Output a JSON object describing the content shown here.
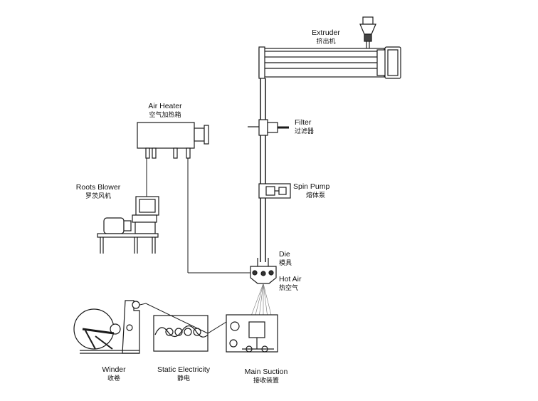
{
  "labels": {
    "extruder": {
      "en": "Extruder",
      "zh": "挤出机"
    },
    "air_heater": {
      "en": "Air Heater",
      "zh": "空气加热箱"
    },
    "filter": {
      "en": "Filter",
      "zh": "过滤器"
    },
    "spin_pump": {
      "en": "Spin Pump",
      "zh": "熔体泵"
    },
    "roots_blower": {
      "en": "Roots Blower",
      "zh": "罗茨风机"
    },
    "die": {
      "en": "Die",
      "zh": "模具"
    },
    "hot_air": {
      "en": "Hot Air",
      "zh": "热空气"
    },
    "winder": {
      "en": "Winder",
      "zh": "收卷"
    },
    "static_electricity": {
      "en": "Static Electricity",
      "zh": "静电"
    },
    "main_suction": {
      "en": "Main Suction",
      "zh": "接收装置"
    }
  },
  "colors": {
    "line": "#1a1a1a",
    "fill": "#ffffff",
    "shade": "#d8d8d8"
  }
}
